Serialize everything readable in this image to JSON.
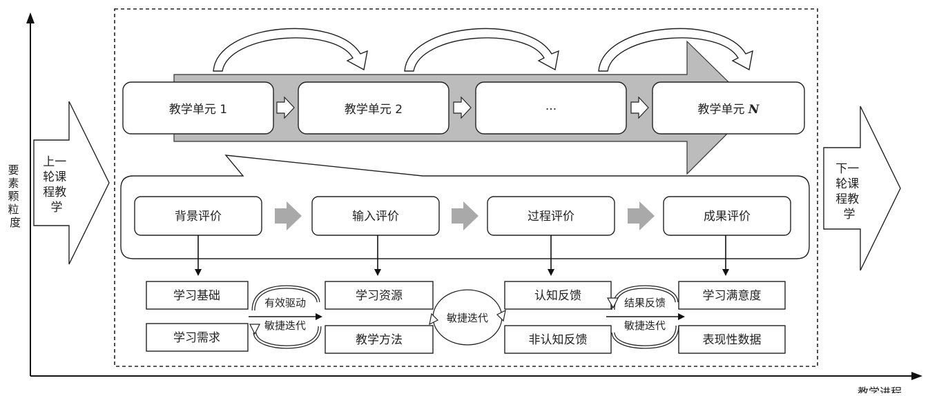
{
  "y_axis_label": "要素颗粒度",
  "x_axis_label": "教学进程",
  "prev_round": "上一轮课程教学",
  "next_round": "下一轮课程教学",
  "units": [
    "教学单元 1",
    "教学单元 2",
    "···",
    "教学单元"
  ],
  "unit_n_suffix": "N",
  "evaluations": [
    "背景评价",
    "输入评价",
    "过程评价",
    "成果评价"
  ],
  "detail_top": [
    "学习基础",
    "学习资源",
    "认知反馈",
    "学习满意度"
  ],
  "detail_bottom": [
    "学习需求",
    "教学方法",
    "非认知反馈",
    "表现性数据"
  ],
  "cycle_labels": {
    "c1_top": "有效驱动",
    "c1_bottom": "敏捷迭代",
    "c2": "敏捷迭代",
    "c3_top": "结果反馈",
    "c3_bottom": "敏捷迭代"
  }
}
